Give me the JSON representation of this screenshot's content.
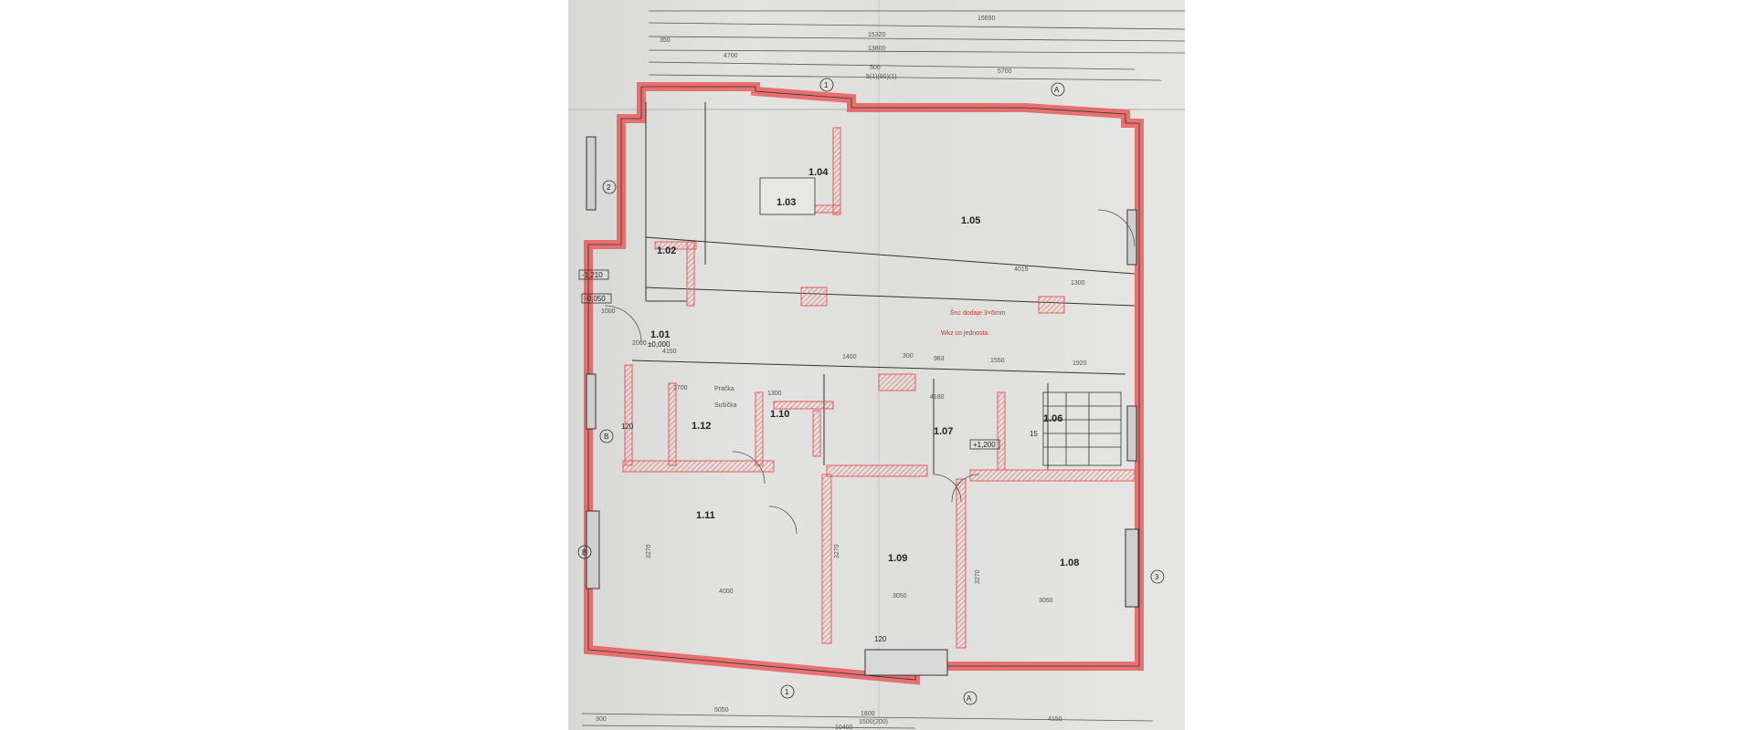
{
  "drawing": {
    "top_dims": [
      "15690",
      "15320",
      "13800",
      "350",
      "4700",
      "500",
      "5(1)(90)(1)",
      "5700"
    ],
    "bottom_dims": [
      "300",
      "5050",
      "1800",
      "1500(200)",
      "4150",
      "10400"
    ],
    "rooms": [
      {
        "id": "1.01",
        "sub": "±0,000"
      },
      {
        "id": "1.02"
      },
      {
        "id": "1.03"
      },
      {
        "id": "1.04"
      },
      {
        "id": "1.05"
      },
      {
        "id": "1.06"
      },
      {
        "id": "1.07"
      },
      {
        "id": "1.08"
      },
      {
        "id": "1.09"
      },
      {
        "id": "1.10"
      },
      {
        "id": "1.11"
      },
      {
        "id": "1.12"
      }
    ],
    "levels": [
      "-1,210",
      "-0,050",
      "+1,200"
    ],
    "annotations": [
      "Šnc dodaje 3×6mm",
      "Wkz co jednosta",
      "Pračka",
      "Sušička",
      "120",
      "120",
      "15"
    ],
    "inner_dims": [
      "4000",
      "3050",
      "3050",
      "4180",
      "2700",
      "1300",
      "4015",
      "1300",
      "1400",
      "1550",
      "1920",
      "983",
      "300",
      "4150",
      "3270",
      "3270",
      "3270",
      "1000",
      "2000"
    ],
    "axis_labels": [
      "1",
      "A",
      "2",
      "B",
      "3",
      "A",
      "1",
      "B"
    ],
    "colors": {
      "wall": "#e85c5c",
      "hatch": "#e87070",
      "line": "#333333",
      "paper": "#dedfdd"
    }
  }
}
